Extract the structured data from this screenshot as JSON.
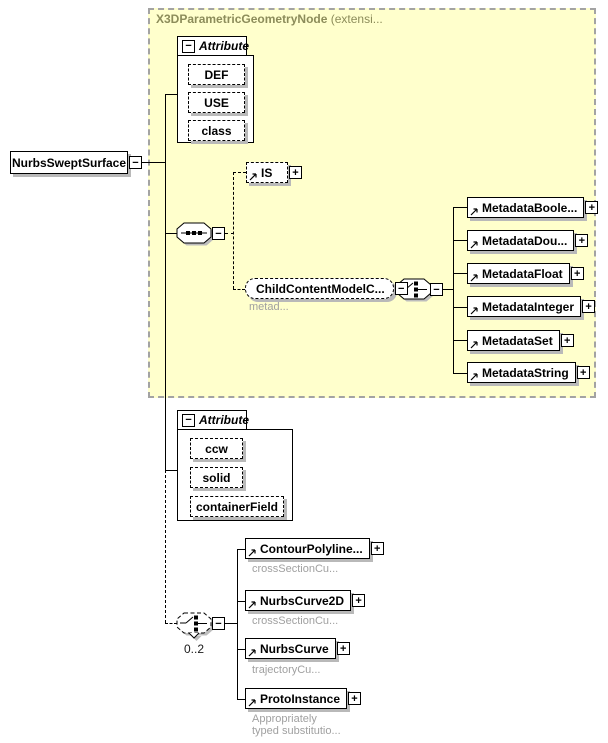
{
  "icons": {
    "minus": "−",
    "plus": "+"
  },
  "group": {
    "title": "X3DParametricGeometryNode",
    "title_suffix": " (extensi..."
  },
  "root": {
    "label": "NurbsSweptSurface"
  },
  "attributes1": {
    "header": "Attribute",
    "fields": [
      "DEF",
      "USE",
      "class"
    ]
  },
  "is_ref": {
    "label": "IS"
  },
  "child_content": {
    "label": "ChildContentModelC...",
    "annotation": "metad..."
  },
  "metadata": {
    "items": [
      {
        "label": "MetadataBoole..."
      },
      {
        "label": "MetadataDou..."
      },
      {
        "label": "MetadataFloat"
      },
      {
        "label": "MetadataInteger"
      },
      {
        "label": "MetadataSet"
      },
      {
        "label": "MetadataString"
      }
    ]
  },
  "attributes2": {
    "header": "Attribute",
    "fields": [
      "ccw",
      "solid",
      "containerField"
    ]
  },
  "choice": {
    "occurrence": "0..2"
  },
  "curves": {
    "items": [
      {
        "label": "ContourPolyline...",
        "annotation": "crossSectionCu..."
      },
      {
        "label": "NurbsCurve2D",
        "annotation": "crossSectionCu..."
      },
      {
        "label": "NurbsCurve",
        "annotation": "trajectoryCu..."
      },
      {
        "label": "ProtoInstance",
        "annotation": "Appropriately",
        "annotation2": "typed substitutio..."
      }
    ]
  },
  "colors": {
    "group_fill": "#ffffcc",
    "group_border": "#a3a3a3",
    "group_title": "#8c8c5a",
    "annotation": "#a0a0a0"
  }
}
